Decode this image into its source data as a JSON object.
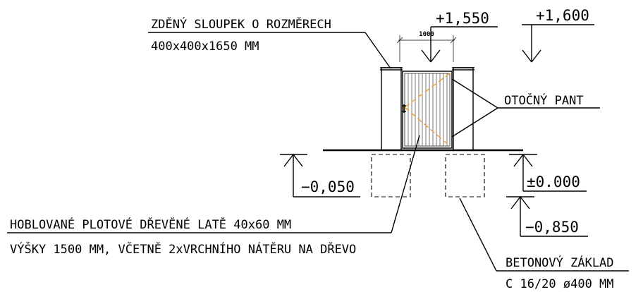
{
  "labels": {
    "column_line1": "ZDĚNÝ SLOUPEK O ROZMĚRECH",
    "column_line2": "400x400x1650 MM",
    "level_top_gate": "+1,550",
    "level_top_column": "+1,600",
    "gate_width": "1000",
    "hinge": "OTOČNÝ PANT",
    "level_ground_left": "−0,050",
    "level_zero": "±0.000",
    "level_foundation": "−0,850",
    "boards_line1": "HOBLOVANÉ PLOTOVÉ DŘEVĚNÉ LATĚ 40x60 MM",
    "boards_line2": "VÝŠKY 1500 MM, VČETNĚ 2xVRCHNÍHO NÁTĚRU NA DŘEVO",
    "foundation_line1": "BETONOVÝ ZÁKLAD",
    "foundation_line2": "C 16/20 ø400 MM"
  },
  "colors": {
    "line": "#000000",
    "diagonal": "#f0a030",
    "background": "#ffffff"
  }
}
